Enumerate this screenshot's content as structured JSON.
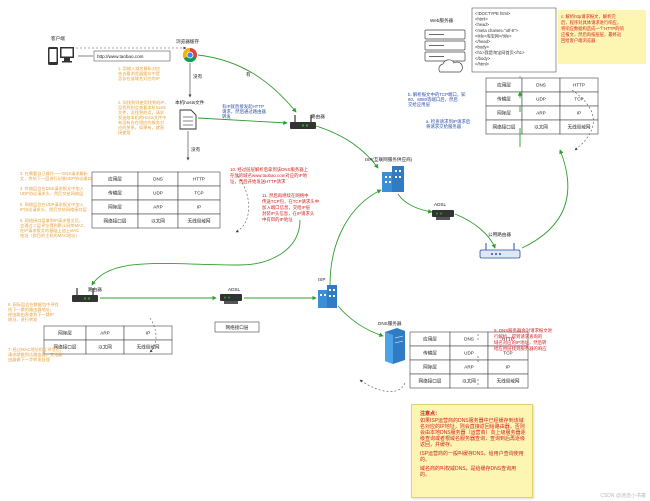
{
  "client": {
    "label": "客户端",
    "url": "http://www.taobao.com"
  },
  "browser": {
    "label": "浏览器缓存"
  },
  "hosts": {
    "label": "本机hosts文件"
  },
  "steps": {
    "s1": [
      "1. 用输入域名解析对应",
      "先去看浏览器缓存中是",
      "否存在该域名对应的IP"
    ],
    "s2": [
      "2. 如找到则使用找到的IP，",
      "没找到则会查看本机hosts",
      "文件，没找到的话，请求",
      "发送给本机的Hosts文件中",
      "有没有存在相应的服务对",
      "应的关系，如果有，就直",
      "接使用"
    ],
    "s3": [
      "3. 在需要自己操作——DNS请求解析",
      "文，传给下一层进行封装UDP协议端口"
    ],
    "s4": [
      "4. 传输层会在DNS请求报文中加入",
      "UDP协议请求头，然后交给网络层"
    ],
    "s5": [
      "5. 网络层会在UDP请求报文中加入",
      "IP协议请求头，然后交给网络接口层"
    ],
    "s6": [
      "6. 网络接口层拿到IP请求报文后，",
      "会通过二层寻址得到默认网关MAC,",
      "在IP请求报文的基础上加上MAC",
      "地址（即目的主机的MAC地址）"
    ],
    "s7": [
      "7. 经过MAC地址相互寻址后，",
      "请求就能到达路由器，交给路",
      "由器做下一步转发处理"
    ],
    "s8": [
      "8. 网际层会在数据包中寻找",
      "找下一跳的路由器地址，",
      "经由路由表查到下一跳IP",
      "地址，进行转发"
    ],
    "s9": [
      "9. DNS服务器会对请求报文进",
      "行解析，得到请求查询的",
      "域名对应的IP地址，然后转",
      "给应用层找到服务器的响应"
    ],
    "s10": [
      "10. 经过层层解析后拿到该DNS服务器上",
      "存放的域名www.taobao.com对应的IP地",
      "址，然后开始发送HTTP请求"
    ],
    "s11": [
      "11. 然后再继续在网络中",
      "传送TCP包，在TCP请求头中",
      "加入端口信息，交给IP层",
      "封装IP头信息，在IP请求头",
      "中有目的IP地址"
    ],
    "a": [
      "a. 检查请求到IP请求后",
      "将请求交给服务器"
    ],
    "b": [
      "b. 解析报文中的TCP端口，知",
      "80、8080等端口后，然后",
      "交给应用层"
    ],
    "c": [
      "c. 解析http请求报文，解析完",
      "后，程序对具体请求进行响应，",
      "将响应数据构造成一个HTTP的响",
      "应报文，然后再按层层，最终返",
      "回给客户端浏览器"
    ]
  },
  "labels": {
    "you": "有",
    "no1": "没有",
    "no2": "没有",
    "send_http": [
      "有IP就直接发起HTTP",
      "请求，然后通过路由器",
      "转发"
    ],
    "router": "路由器",
    "isp_provider": "ISP(互联网服务供应商)",
    "adsl": "ADSL",
    "adsl2": "ADSL",
    "public_router": "公用路由器",
    "isp": "ISP",
    "dns_server": "DNS服务器",
    "web_server": "Web服务器",
    "nic": "网络接口层"
  },
  "html_snippet": [
    "<!DOCTYPE html>",
    "<html>",
    "  <head>",
    "    <meta charset=\"utf-8\">",
    "    <title>淘宝网</title>",
    "  </head>",
    "  <body>",
    "    <h1>我是淘宝网首页</h1>",
    "  </body>",
    "</html>"
  ],
  "stack": {
    "layers": [
      "应用层",
      "传输层",
      "网际层",
      "网络接口层"
    ],
    "left_top": [
      [
        "DNS",
        "HTTP"
      ],
      [
        "UDP",
        "TCP"
      ],
      [
        "ARP",
        "IP"
      ],
      [
        "以太网",
        "无线局域网"
      ]
    ],
    "mid_left": [
      [
        "ARP",
        "IP"
      ],
      [
        "以太网",
        "无线局域网"
      ]
    ],
    "dns": [
      [
        "DNS",
        "HTTP"
      ],
      [
        "UDP",
        "TCP"
      ],
      [
        "ARP",
        "IP"
      ],
      [
        "以太网",
        "无线局域网"
      ]
    ],
    "web": [
      [
        "DNS",
        "HTTP"
      ],
      [
        "UDP",
        "TCP"
      ],
      [
        "ARP",
        "IP"
      ],
      [
        "以太网",
        "无线局域网"
      ]
    ]
  },
  "note": {
    "title": "注意点：",
    "p1": "如果ISP运营商的DNS服务器中已经缓存到该域名对应的IP地址，则会直接返回给路由器，否则会由本地DNS服务器（运营商）向上级服务器逐级查询或者根域名服务器查询，查询到后再逐级返回，并缓存。",
    "p2": "ISP运营商的一般叫缓存DNS，给用户查询使用的。",
    "p3": "域名商的叫权威DNS，是给缓存DNS查询用的。"
  },
  "watermark": "CSDN @迷途小书童"
}
